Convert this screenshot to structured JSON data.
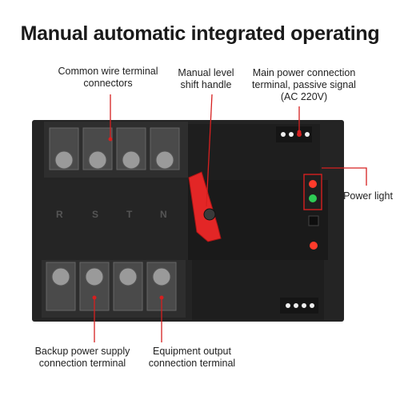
{
  "title": "Manual automatic integrated operating",
  "labels": {
    "common_wire": [
      "Common wire terminal",
      "connectors"
    ],
    "manual_handle": [
      "Manual level",
      "shift handle"
    ],
    "main_power": [
      "Main power connection",
      "terminal, passive signal",
      "(AC 220V)"
    ],
    "power_light": "Power light",
    "backup_power": [
      "Backup power supply",
      "connection terminal"
    ],
    "equipment_output": [
      "Equipment output",
      "connection terminal"
    ]
  },
  "device_markings": [
    "R",
    "S",
    "T",
    "N"
  ],
  "colors": {
    "accent_red": "#d62020",
    "body_dark": "#2b2b2b",
    "body_black": "#1c1c1c",
    "handle_red": "#e32626"
  },
  "icons": [
    "power-light-red-icon",
    "power-light-green-icon"
  ]
}
